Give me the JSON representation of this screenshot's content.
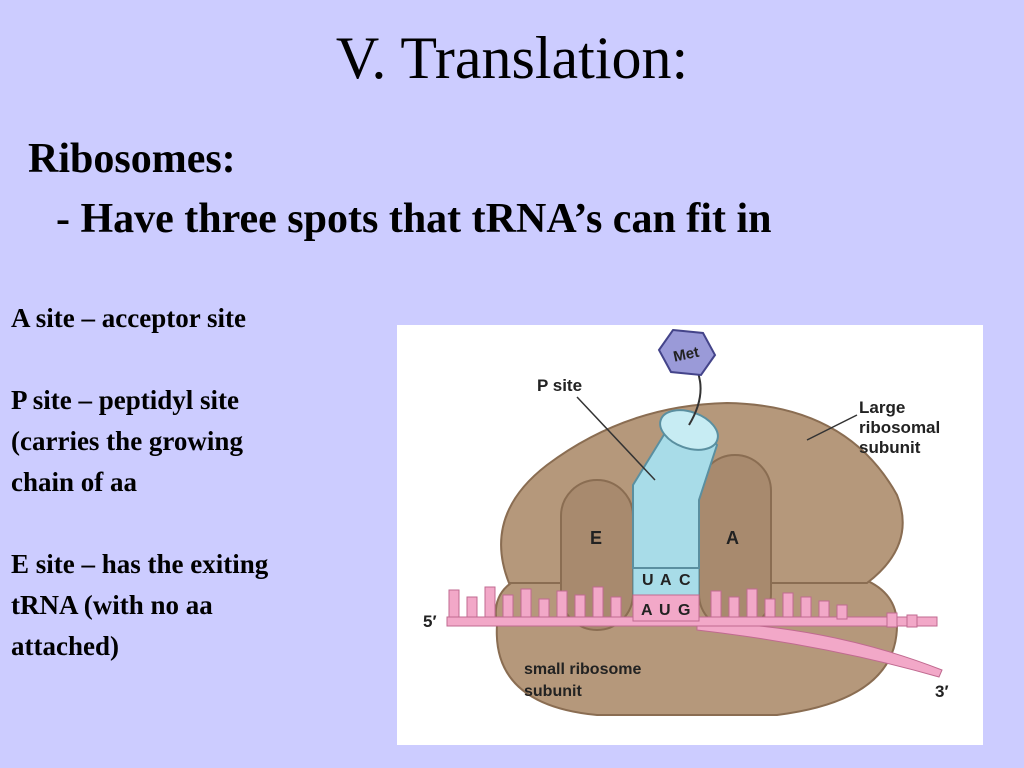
{
  "slide": {
    "title": "V.  Translation:",
    "heading": "Ribosomes:",
    "bullet": "- Have three spots that tRNA’s can fit in"
  },
  "sites": {
    "a_site": "A site – acceptor site",
    "p_site_lines": [
      "P site – peptidyl site",
      "(carries the growing",
      "chain of aa"
    ],
    "e_site_lines": [
      "E site – has the exiting",
      "tRNA (with no aa",
      "attached)"
    ]
  },
  "diagram": {
    "met": "Met",
    "p_site": "P site",
    "large_subunit": [
      "Large",
      "ribosomal",
      "subunit"
    ],
    "e_label": "E",
    "a_label": "A",
    "anticodon": [
      "U",
      "A",
      "C"
    ],
    "codon": [
      "A",
      "U",
      "G"
    ],
    "five_prime": "5′",
    "three_prime": "3′",
    "small_subunit": [
      "small ribosome",
      "subunit"
    ],
    "colors": {
      "ribosome": "#b5987b",
      "ribosome_dark": "#9c7e62",
      "trna": "#a8dce8",
      "mrna": "#f2a8c8",
      "met": "#9a9ad8",
      "background": "#ccccff"
    }
  }
}
